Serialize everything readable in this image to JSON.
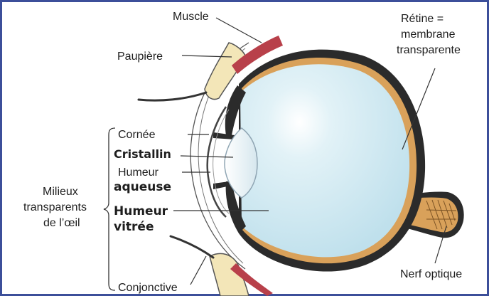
{
  "labels": {
    "muscle": "Muscle",
    "paupiere": "Paupière",
    "retine_line1": "Rétine =",
    "retine_line2": "membrane",
    "retine_line3": "transparente",
    "cornee": "Cornée",
    "cristallin": "Cristallin",
    "humeur_aqueuse_line1": "Humeur",
    "humeur_aqueuse_line2": "aqueuse",
    "milieux_line1": "Milieux",
    "milieux_line2": "transparents",
    "milieux_line3": "de l’œil",
    "humeur_vitree_line1": "Humeur",
    "humeur_vitree_line2": "vitrée",
    "nerf_optique": "Nerf optique",
    "conjonctive": "Conjonctive"
  },
  "colors": {
    "frame": "#3c4f9a",
    "vitreous": "#cfe8f1",
    "sclera": "#2b2b2b",
    "retina": "#d9a15a",
    "muscle": "#b8404a",
    "eyelid": "#f3e6b8"
  }
}
